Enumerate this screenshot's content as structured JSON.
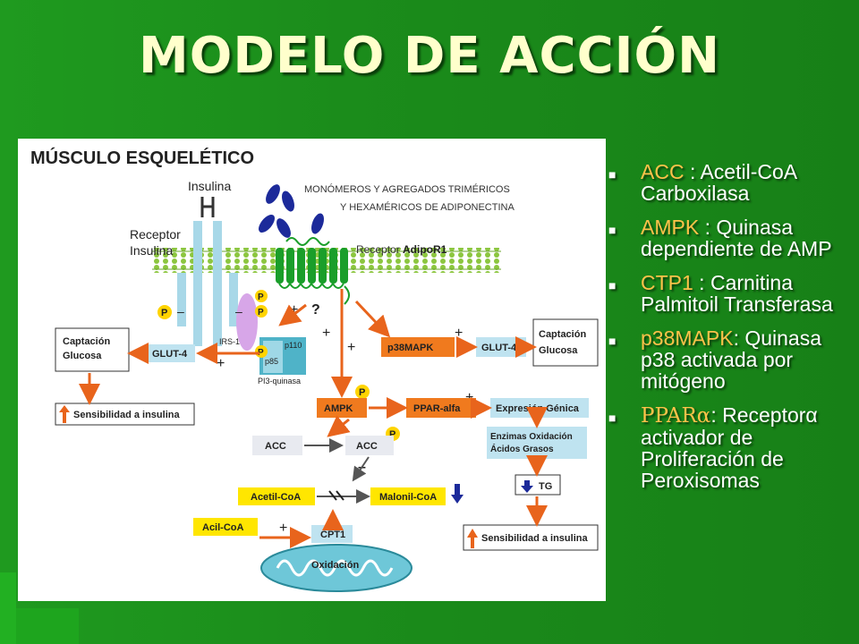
{
  "title": "MODELO DE ACCIÓN",
  "legend": [
    {
      "abbr": "ACC",
      "def": " : Acetil-CoA Carboxilasa"
    },
    {
      "abbr": "AMPK",
      "def": " : Quinasa dependiente de AMP"
    },
    {
      "abbr": "CTP1",
      "def": " : Carnitina Palmitoil Transferasa"
    },
    {
      "abbr": "p38MAPK",
      "def": ": Quinasa p38 activada por mitógeno"
    },
    {
      "abbr": "PPARα",
      "def": ": Receptorα activador de Proliferación de Peroxisomas"
    }
  ],
  "figure": {
    "heading": "MÚSCULO ESQUELÉTICO",
    "insulina": "Insulina",
    "receptor_insulina_1": "Receptor",
    "receptor_insulina_2": "Insulina",
    "monomeros_1": "MONÓMEROS Y AGREGADOS TRIMÉRICOS",
    "monomeros_2": "Y HEXAMÉRICOS DE ADIPONECTINA",
    "receptor_adipo": "Receptor",
    "adipo_r1": "AdipoR1",
    "p": "P",
    "plus": "+",
    "minus": "–",
    "question": "?",
    "irs1": "IRS-1",
    "p110": "p110",
    "p85": "p85",
    "pi3": "PI3-quinasa",
    "captacion_1": "Captación",
    "captacion_2": "Glucosa",
    "glut4": "GLUT-4",
    "sensibilidad": "Sensibilidad a insulina",
    "p38mapk": "p38MAPK",
    "ampk": "AMPK",
    "ppar_alfa": "PPAR-alfa",
    "expresion": "Expresión Génica",
    "acc": "ACC",
    "enzimas_1": "Enzimas Oxidación",
    "enzimas_2": "Ácidos Grasos",
    "tg": "TG",
    "acetil": "Acetil-CoA",
    "malonil": "Malonil-CoA",
    "acil": "Acil-CoA",
    "cpt1": "CPT1",
    "oxidacion": "Oxidación"
  },
  "colors": {
    "background": "#1b8c1b",
    "title": "#ffffcc",
    "abbr": "#ffc24a",
    "orange_box": "#f07a1e",
    "yellow_box": "#ffe600",
    "lightblue_box": "#bfe3f0",
    "membrane": "#8cc63f",
    "receptor_green": "#1a9e2a",
    "p_circle": "#ffd400",
    "arrow": "#e8641c"
  }
}
